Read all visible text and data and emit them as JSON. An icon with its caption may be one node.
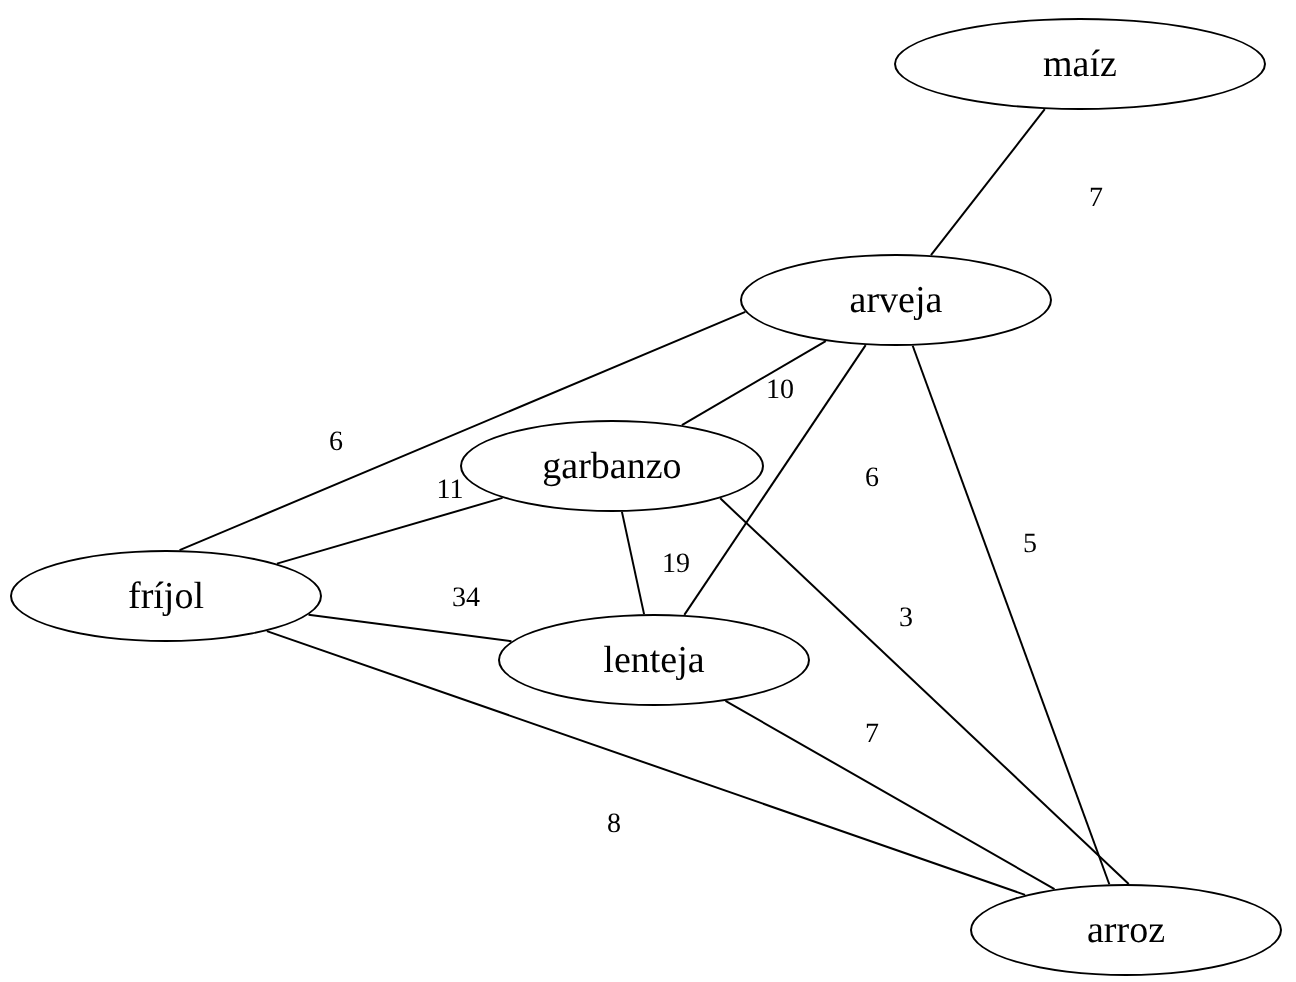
{
  "diagram": {
    "nodes": [
      {
        "text": [
          "maíz"
        ]
      },
      {
        "text": [
          "arveja"
        ]
      },
      {
        "text": [
          "garbanzo"
        ]
      },
      {
        "text": [
          "fríjol"
        ]
      },
      {
        "text": [
          "lenteja"
        ]
      },
      {
        "text": [
          "arroz"
        ]
      }
    ],
    "edges": [
      {
        "from": 0,
        "to": 1,
        "arrow": "none",
        "label": "7"
      },
      {
        "from": 1,
        "to": 3,
        "arrow": "none",
        "label": "6"
      },
      {
        "from": 1,
        "to": 2,
        "arrow": "none",
        "label": "10"
      },
      {
        "from": 1,
        "to": 4,
        "arrow": "none",
        "label": "6"
      },
      {
        "from": 1,
        "to": 5,
        "arrow": "none",
        "label": "5"
      },
      {
        "from": 2,
        "to": 3,
        "arrow": "none",
        "label": "11"
      },
      {
        "from": 2,
        "to": 4,
        "arrow": "none",
        "label": "19"
      },
      {
        "from": 2,
        "to": 5,
        "arrow": "none",
        "label": "3"
      },
      {
        "from": 3,
        "to": 4,
        "arrow": "none",
        "label": "34"
      },
      {
        "from": 3,
        "to": 5,
        "arrow": "none",
        "label": "8"
      },
      {
        "from": 4,
        "to": 5,
        "arrow": "none",
        "label": "7"
      }
    ]
  }
}
